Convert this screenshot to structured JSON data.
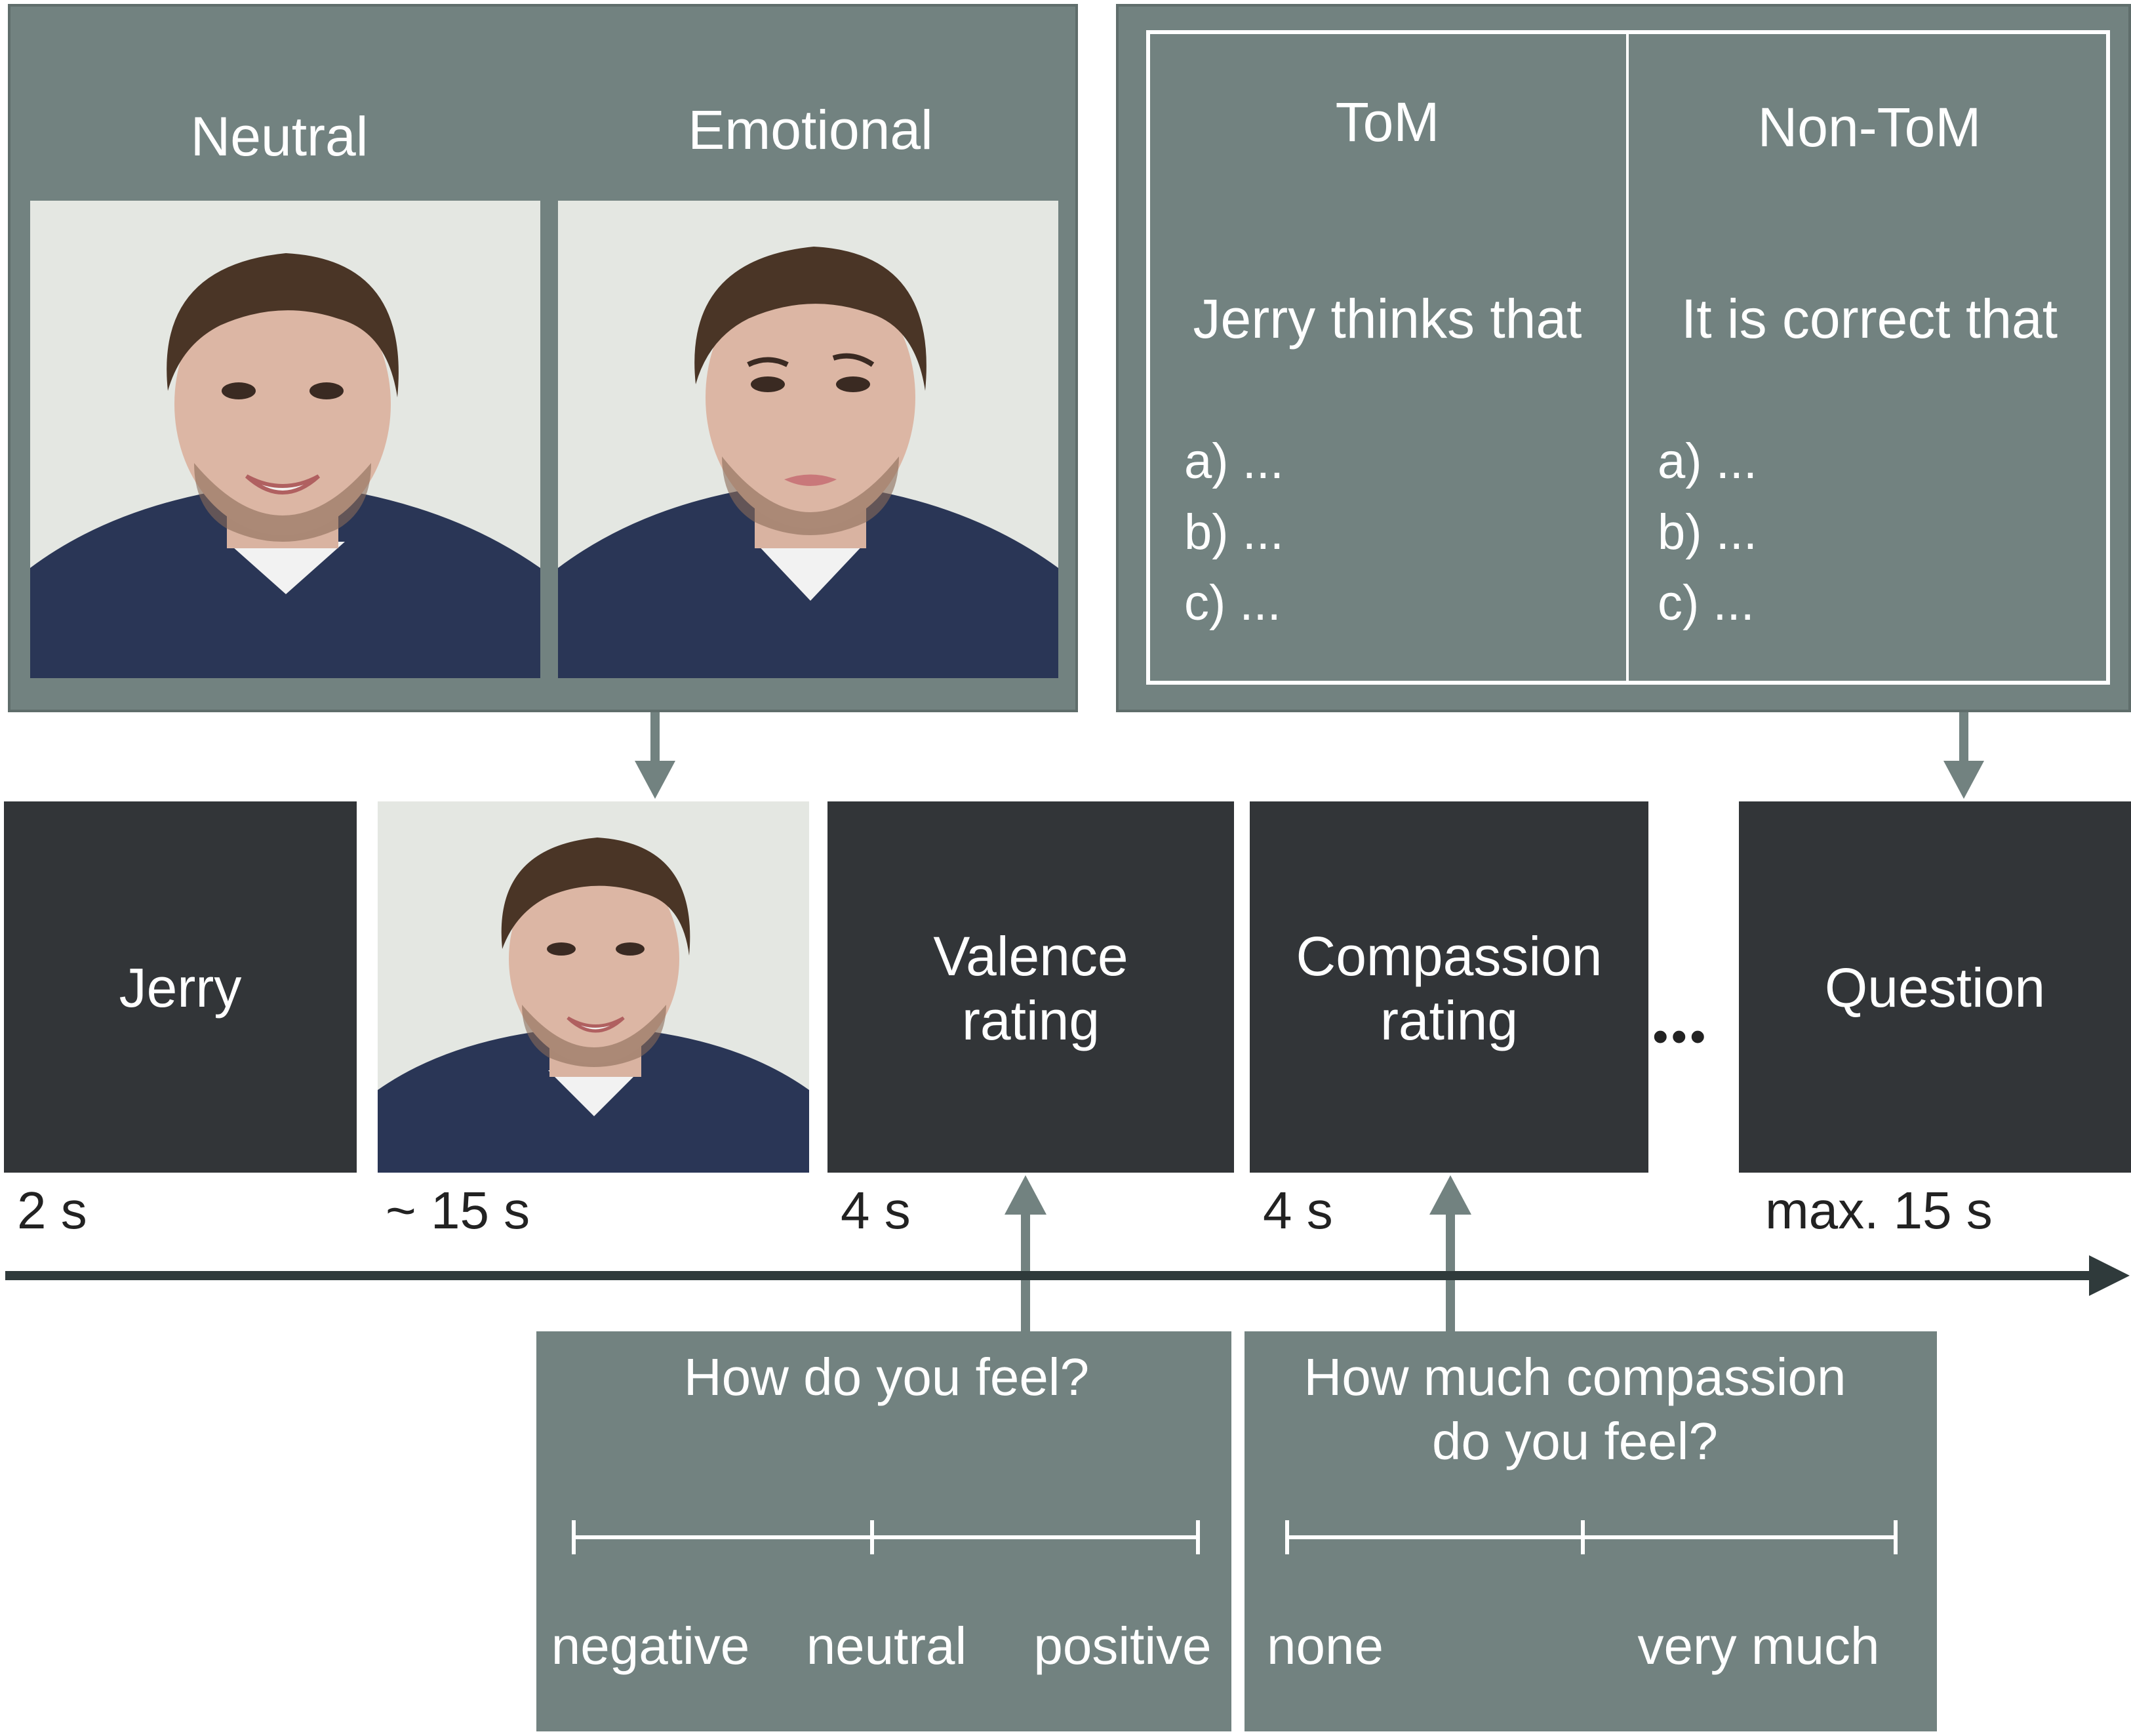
{
  "face_panel": {
    "neutral_label": "Neutral",
    "emotional_label": "Emotional",
    "neutral_photo_icon": "face-neutral-photo",
    "emotional_photo_icon": "face-emotional-photo"
  },
  "question_panel": {
    "tom": {
      "title": "ToM",
      "stem": "Jerry thinks that",
      "options": [
        "a) ...",
        "b) ...",
        "c) ..."
      ]
    },
    "non_tom": {
      "title": "Non-ToM",
      "stem": "It is correct that",
      "options": [
        "a) ...",
        "b) ...",
        "c) ..."
      ]
    }
  },
  "timeline": {
    "cards": [
      {
        "label_lines": [
          "Jerry"
        ],
        "duration": "2 s"
      },
      {
        "label_lines": [],
        "duration": "~ 15 s",
        "icon": "face-video-photo"
      },
      {
        "label_lines": [
          "Valence",
          "rating"
        ],
        "duration": "4 s"
      },
      {
        "label_lines": [
          "Compassion",
          "rating"
        ],
        "duration": "4 s"
      },
      {
        "label_lines": [
          "Question"
        ],
        "duration": "max. 15 s"
      }
    ],
    "ellipsis": "•••"
  },
  "valence_panel": {
    "question": "How do you feel?",
    "scale_labels": [
      "negative",
      "neutral",
      "positive"
    ]
  },
  "compassion_panel": {
    "question_lines": [
      "How much compassion",
      "do you feel?"
    ],
    "scale_labels": [
      "none",
      "very much"
    ]
  },
  "colors": {
    "panel": "#728280",
    "card": "#323538",
    "arrow": "#728280",
    "timeline": "#2f3a3b"
  }
}
